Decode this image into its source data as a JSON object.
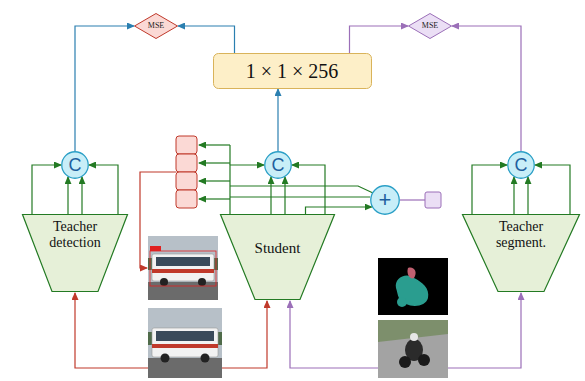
{
  "diagram": {
    "nodes": [
      {
        "text": [
          "MSE"
        ]
      },
      {
        "text": [
          "MSE"
        ]
      },
      {
        "text": [
          "1 × 1 × 256"
        ]
      },
      {
        "text": [
          "C"
        ]
      },
      {
        "text": [
          "C"
        ]
      },
      {
        "text": [
          "C"
        ]
      },
      {
        "text": [
          "+"
        ]
      },
      {
        "text": [
          "Teacher detection"
        ]
      },
      {
        "text": [
          "Student"
        ]
      },
      {
        "text": [
          "Teacher segment."
        ]
      }
    ],
    "edges": [
      {
        "from": 3,
        "to": 0,
        "arrow": "to"
      },
      {
        "from": 2,
        "to": 0,
        "arrow": "to"
      },
      {
        "from": 2,
        "to": 1,
        "arrow": "to"
      },
      {
        "from": 5,
        "to": 1,
        "arrow": "to"
      },
      {
        "from": 4,
        "to": 2,
        "arrow": "to"
      },
      {
        "from": 7,
        "to": 3,
        "arrow": "to"
      },
      {
        "from": 7,
        "to": 3,
        "arrow": "to"
      },
      {
        "from": 7,
        "to": 3,
        "arrow": "to"
      },
      {
        "from": 7,
        "to": 3,
        "arrow": "to"
      },
      {
        "from": 8,
        "to": 4,
        "arrow": "to"
      },
      {
        "from": 8,
        "to": 4,
        "arrow": "to"
      },
      {
        "from": 8,
        "to": 4,
        "arrow": "to"
      },
      {
        "from": 8,
        "to": 4,
        "arrow": "to"
      },
      {
        "from": 9,
        "to": 5,
        "arrow": "to"
      },
      {
        "from": 9,
        "to": 5,
        "arrow": "to"
      },
      {
        "from": 9,
        "to": 5,
        "arrow": "to"
      },
      {
        "from": 9,
        "to": 5,
        "arrow": "to"
      },
      {
        "from": 8,
        "to": 6,
        "arrow": "to"
      }
    ]
  }
}
